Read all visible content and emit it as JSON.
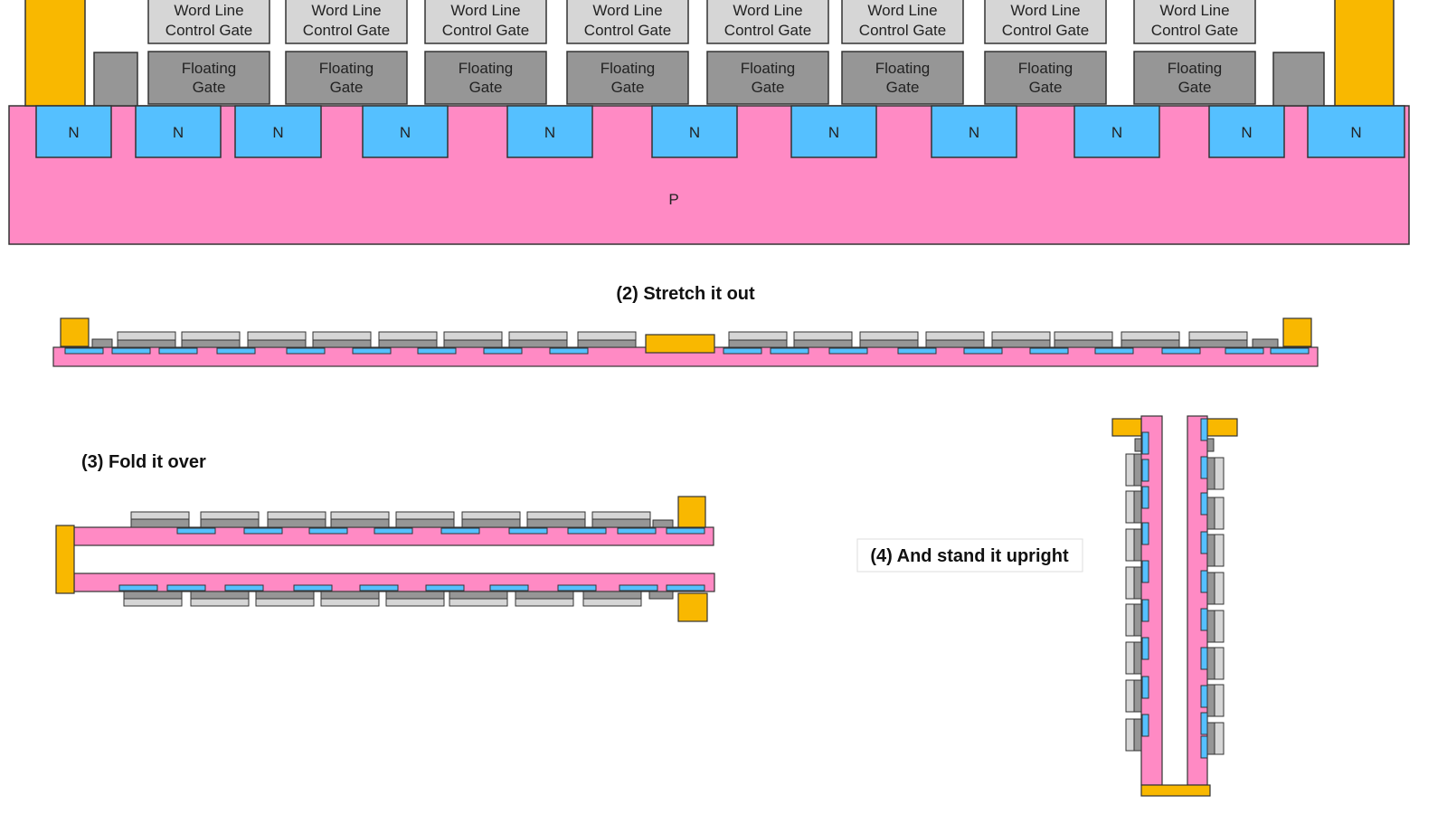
{
  "colors": {
    "substrate": "#ff8ac4",
    "n_region": "#55c0ff",
    "control_gate": "#d6d6d6",
    "floating_gate": "#969696",
    "contact": "#f9b800",
    "outline": "#333333"
  },
  "top": {
    "control_gate_label": [
      "Word Line",
      "Control Gate"
    ],
    "floating_gate_label": [
      "Floating",
      "Gate"
    ],
    "n_label": "N",
    "p_label": "P"
  },
  "labels": {
    "stretch": "(2) Stretch it out",
    "fold": "(3) Fold it over",
    "upright": "(4) And stand it upright"
  }
}
